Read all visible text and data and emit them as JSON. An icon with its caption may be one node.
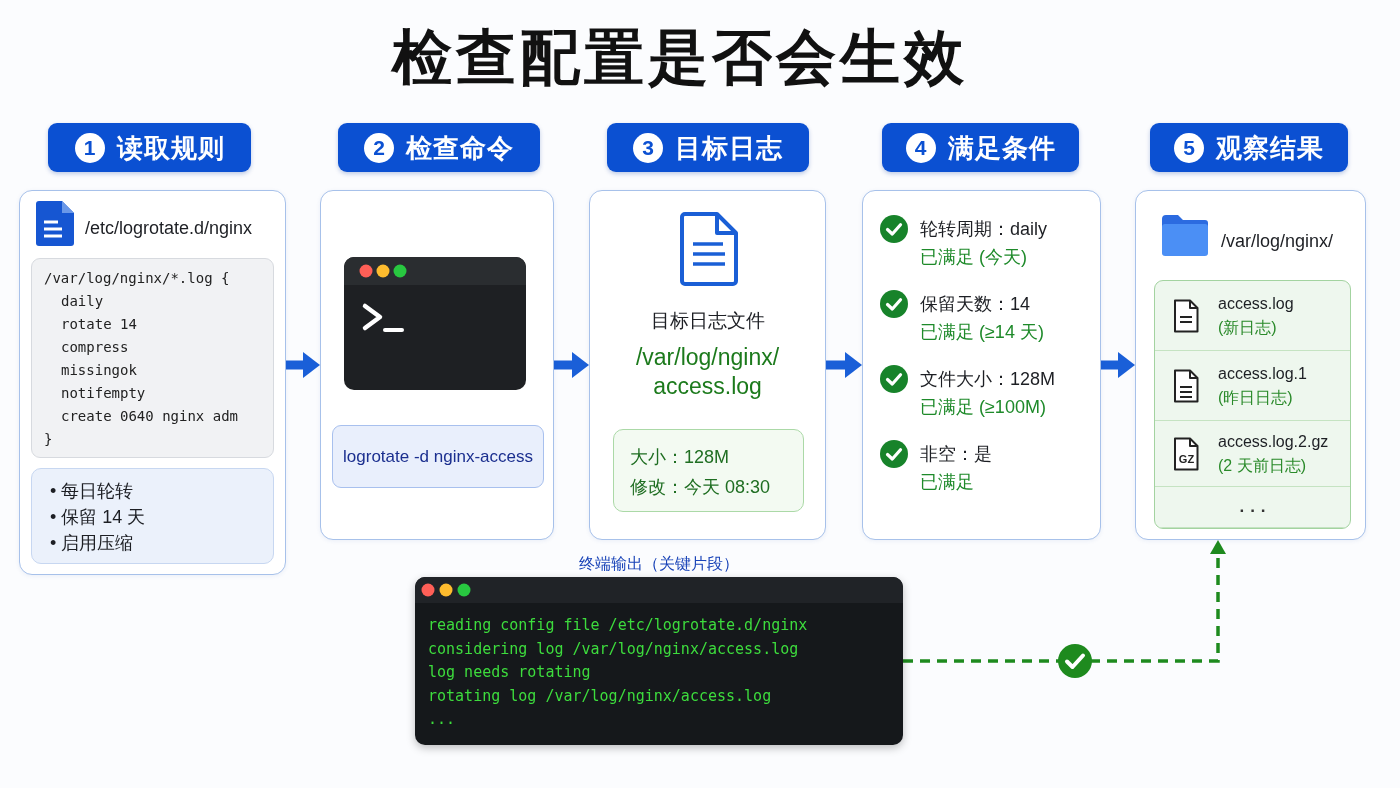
{
  "diagram": {
    "title": "检查配置是否会生效",
    "nodes": [
      {
        "text": [
          "1",
          "读取规则"
        ]
      },
      {
        "text": [
          "/etc/logrotate.d/nginx"
        ]
      },
      {
        "text": [
          "/var/log/nginx/*.log {",
          "daily",
          "rotate 14",
          "compress",
          "missingok",
          "notifempty",
          "create 0640 nginx adm",
          "}"
        ],
        "in": 1
      },
      {
        "text": [
          "• 每日轮转",
          "• 保留 14 天",
          "• 启用压缩"
        ],
        "in": 1
      },
      {
        "text": [
          "2",
          "检查命令"
        ]
      },
      {
        "text": [],
        "shape": "box"
      },
      {
        "text": [
          "logrotate -d nginx-access"
        ],
        "in": 5
      },
      {
        "text": [
          "3",
          "目标日志"
        ]
      },
      {
        "text": [
          "目标日志文件",
          "/var/log/nginx/access.log"
        ]
      },
      {
        "text": [
          "大小：128M",
          "修改：今天 08:30"
        ],
        "in": 8
      },
      {
        "text": [
          "4",
          "满足条件"
        ]
      },
      {
        "text": [
          "轮转周期：daily",
          "已满足 (今天)",
          "保留天数：14",
          "已满足 (≥14 天)",
          "文件大小：128M",
          "已满足 (≥100M)",
          "非空：是",
          "已满足"
        ]
      },
      {
        "text": [
          "5",
          "观察结果"
        ]
      },
      {
        "text": [
          "/var/log/nginx/"
        ]
      },
      {
        "text": [
          "access.log",
          "(新日志)",
          "access.log.1",
          "(昨日日志)",
          "access.log.2.gz",
          "(2 天前日志)",
          "..."
        ],
        "in": 13
      },
      {
        "text": [
          "终端输出（关键片段）",
          "reading config file /etc/logrotate.d/nginx",
          "considering log /var/log/nginx/access.log",
          "log needs rotating",
          "rotating log /var/log/nginx/access.log",
          "..."
        ]
      }
    ],
    "edges": [
      {
        "from": 1,
        "to": 5,
        "arrow": "to"
      },
      {
        "from": 5,
        "to": 8,
        "arrow": "to"
      },
      {
        "from": 8,
        "to": 11,
        "arrow": "to"
      },
      {
        "from": 11,
        "to": 13,
        "arrow": "to"
      },
      {
        "from": 15,
        "to": 13,
        "arrow": "to",
        "style": "dashed",
        "color": "#1e8a1e"
      }
    ],
    "labels": [
      "GZ"
    ]
  }
}
